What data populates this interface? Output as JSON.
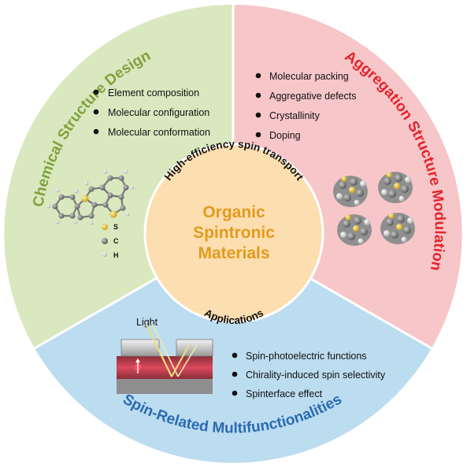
{
  "center": {
    "lines": [
      "Organic",
      "Spintronic",
      "Materials"
    ],
    "top_arc": "High-efficiency spin transport",
    "bottom_arc": "Applications"
  },
  "sectors": {
    "chemical": {
      "title": "Chemical Structure Design",
      "color": "#d9e8bf",
      "title_color": "#7fa13c",
      "bullets": [
        "Element composition",
        "Molecular configuration",
        "Molecular conformation"
      ],
      "legend": [
        "S",
        "C",
        "H"
      ]
    },
    "aggregation": {
      "title": "Aggregation Structure Modulation",
      "color": "#f7c6c9",
      "title_color": "#e3242b",
      "bullets": [
        "Molecular packing",
        "Aggregative defects",
        "Crystallinity",
        "Doping"
      ]
    },
    "spin": {
      "title": "Spin-Related Multifunctionalities",
      "color": "#bcdcf0",
      "title_color": "#2b6bb0",
      "bullets": [
        "Spin-photoelectric functions",
        "Chirality-induced spin selectivity",
        "Spinterface effect"
      ],
      "device_label": "Light"
    }
  },
  "colors": {
    "center_fill": "#fddeb0",
    "center_text": "#e39a1c",
    "sulfur": "#e6c229",
    "carbon": "#6d6d6d",
    "hydrogen": "#d8d8d8"
  }
}
